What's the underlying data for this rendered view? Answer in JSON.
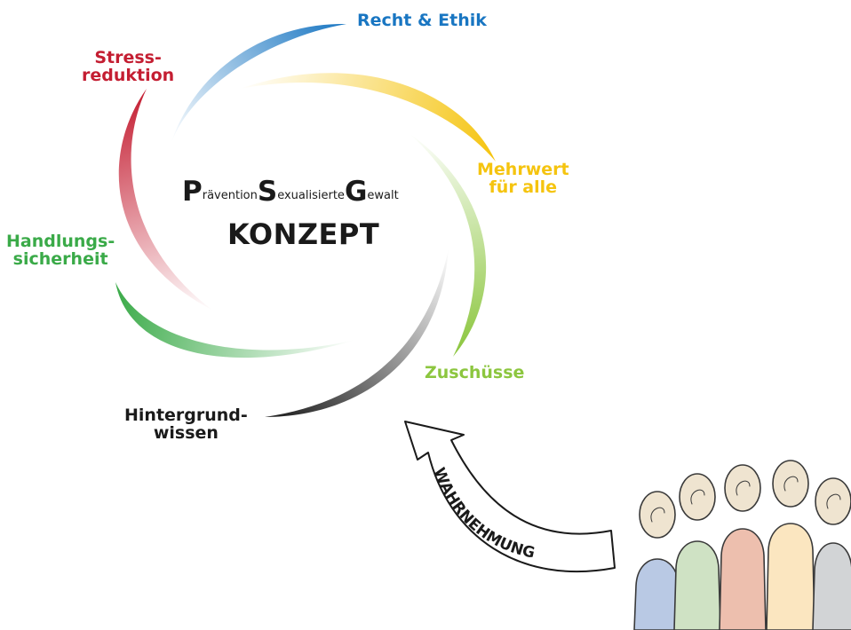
{
  "title": {
    "initial_p": "P",
    "word_p": "rävention",
    "initial_s": "S",
    "word_s": "exualisierte",
    "initial_g": "G",
    "word_g": "ewalt",
    "subtitle": "KONZEPT"
  },
  "segments": [
    {
      "key": "recht",
      "lines": [
        "Recht & Ethik"
      ],
      "color": "#1976c2"
    },
    {
      "key": "mehrwert",
      "lines": [
        "Mehrwert",
        "für alle"
      ],
      "color": "#f5c40f"
    },
    {
      "key": "zuschuesse",
      "lines": [
        "Zuschüsse"
      ],
      "color": "#8cc63f"
    },
    {
      "key": "hintergrund",
      "lines": [
        "Hintergrund-",
        "wissen"
      ],
      "color": "#1a1a1a"
    },
    {
      "key": "handlung",
      "lines": [
        "Handlungs-",
        "sicherheit"
      ],
      "color": "#3aaa48"
    },
    {
      "key": "stress",
      "lines": [
        "Stress-",
        "reduktion"
      ],
      "color": "#c41e32"
    }
  ],
  "arrow_label": "WAHRNEHMUNG",
  "people_colors": [
    "#b9c9e4",
    "#cfe2c4",
    "#edbfae",
    "#fbe6c0",
    "#d2d4d6"
  ]
}
